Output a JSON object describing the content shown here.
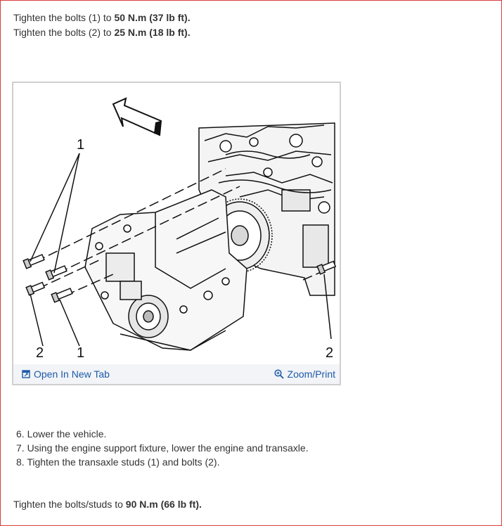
{
  "torque_lines": [
    {
      "prefix": "Tighten the bolts (1) to ",
      "value": "50 N.m (37 lb ft)."
    },
    {
      "prefix": "Tighten the bolts (2) to ",
      "value": "25 N.m (18 lb ft)."
    }
  ],
  "figure": {
    "callouts": {
      "top_1": "1",
      "bottom_2_left": "2",
      "bottom_1": "1",
      "bottom_2_right": "2"
    },
    "open_tab_label": "Open In New Tab",
    "zoom_label": "Zoom/Print",
    "link_color": "#1e5aa8"
  },
  "steps": [
    "6. Lower the vehicle.",
    "7. Using the engine support fixture, lower the engine and transaxle.",
    "8. Tighten the transaxle studs (1) and bolts (2)."
  ],
  "final_line": {
    "prefix": "Tighten the bolts/studs to ",
    "value": "90 N.m (66 lb ft)."
  }
}
